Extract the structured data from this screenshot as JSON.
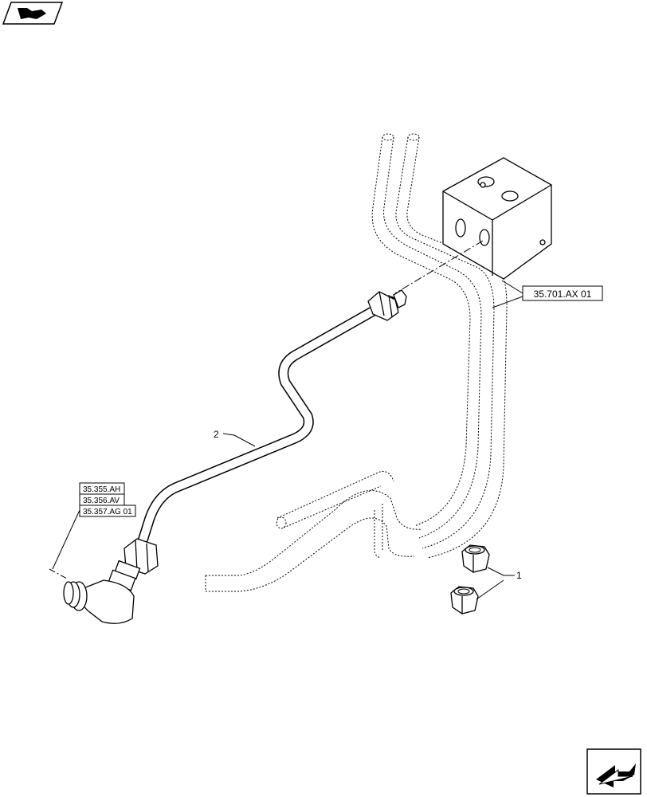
{
  "refs": {
    "block_ref": "35.701.AX 01",
    "elbow_ref_1": "35.355.AH",
    "elbow_ref_2": "35.356.AV",
    "elbow_ref_3": "35.357.AG 01"
  },
  "callouts": {
    "item_1": "1",
    "item_2": "2"
  },
  "icons": {
    "top_left": "page-navigation-icon",
    "bottom_right": "navigate-to-parent-icon"
  }
}
